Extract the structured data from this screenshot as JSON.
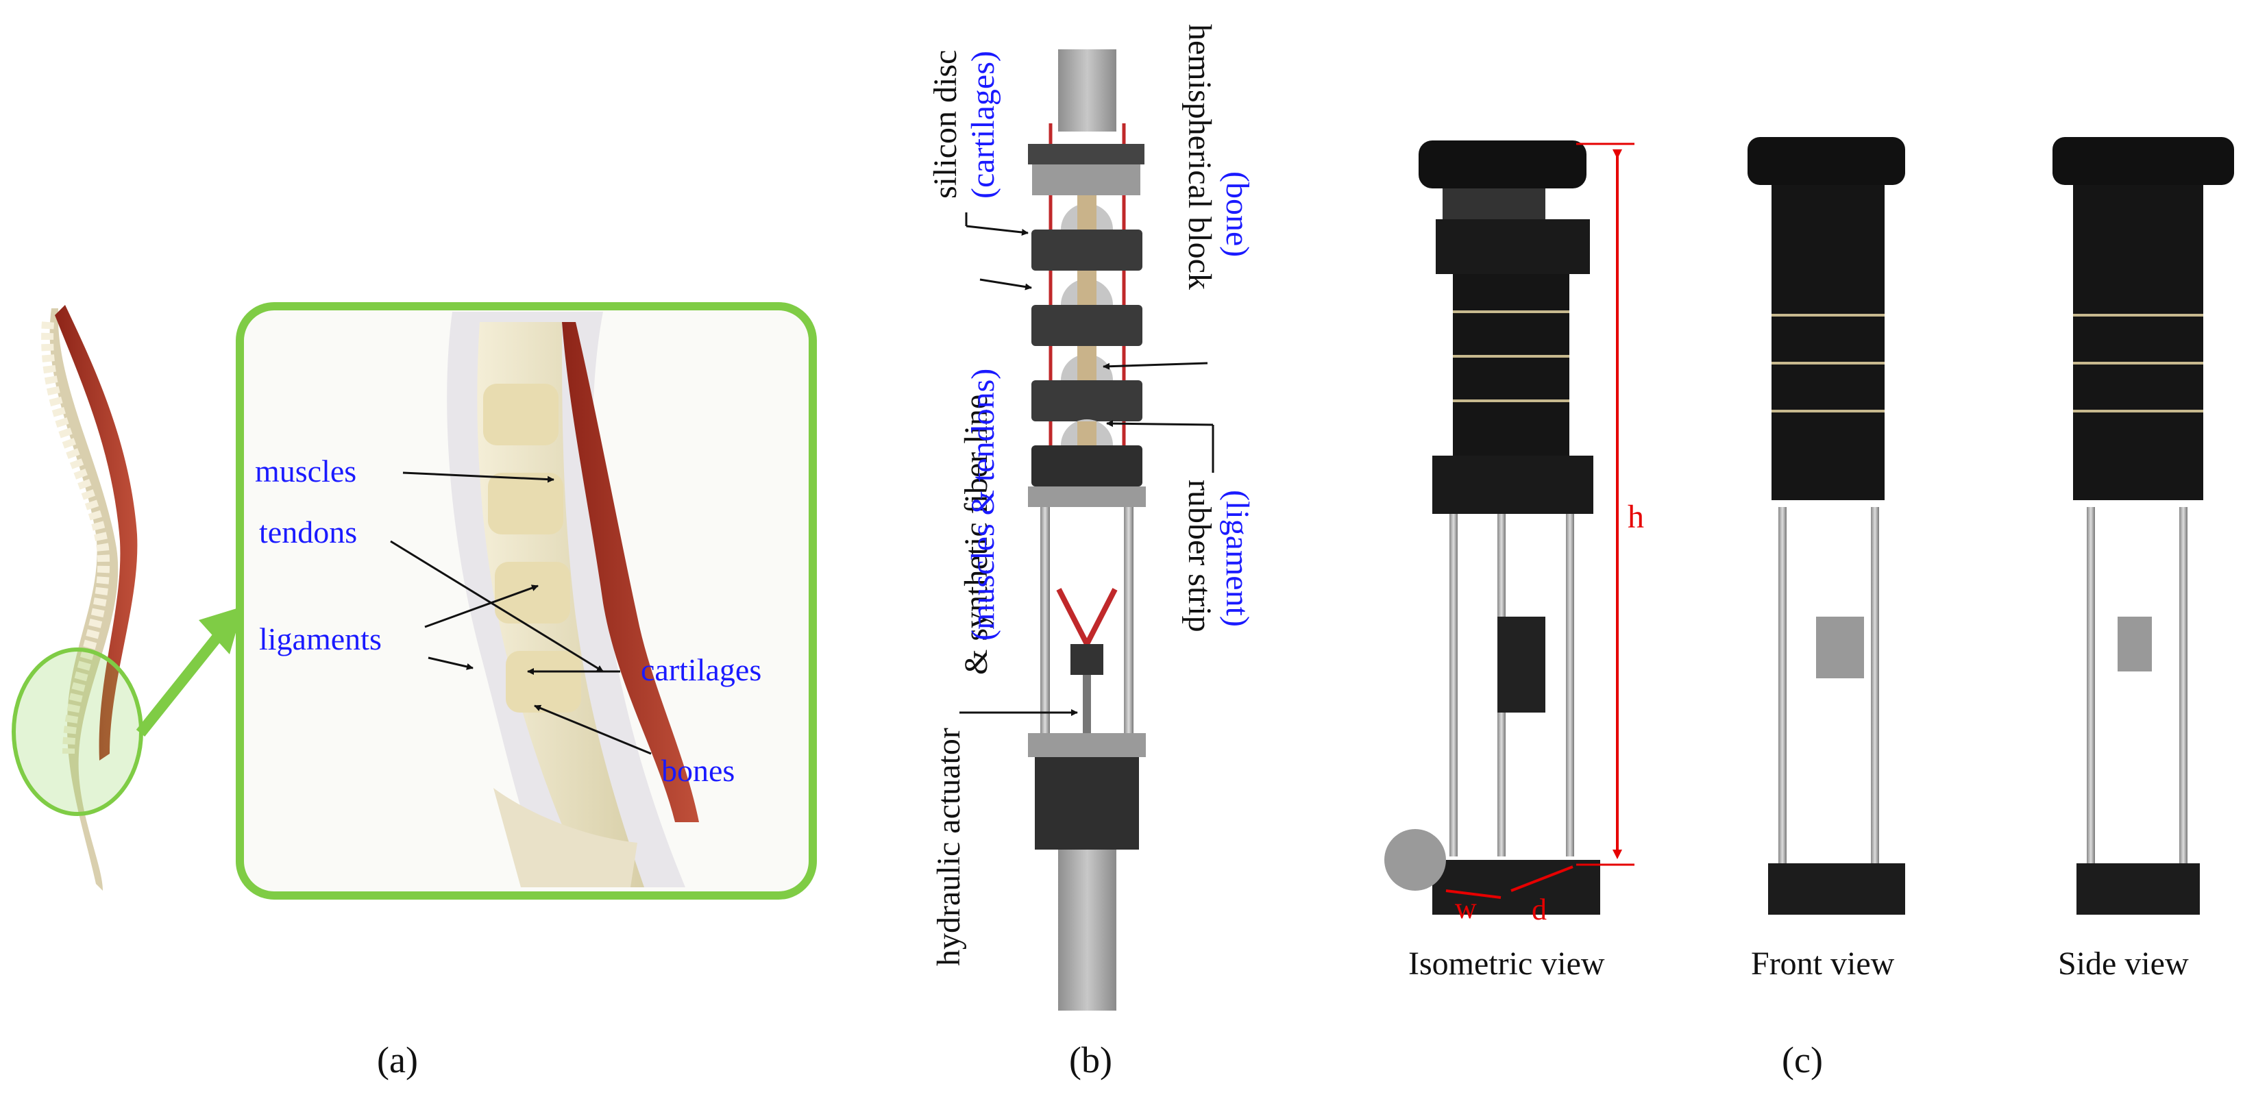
{
  "panel_a": {
    "caption": "(a)",
    "labels": {
      "muscles": "muscles",
      "tendons": "tendons",
      "ligaments": "ligaments",
      "cartilages": "cartilages",
      "bones": "bones"
    }
  },
  "panel_b": {
    "caption": "(b)",
    "silicon_disc": "silicon disc",
    "silicon_disc_sub": "(cartilages)",
    "hemispherical_block": "hemispherical block",
    "hemispherical_block_sub": "(bone)",
    "fiber_line": "& synthetic fiber line",
    "fiber_line_sub": "(muscles & tendons)",
    "hydraulic_actuator": "hydraulic actuator",
    "rubber_strip": "rubber strip",
    "rubber_strip_sub": "(ligament)"
  },
  "panel_c": {
    "caption": "(c)",
    "views": [
      "Isometric view",
      "Front view",
      "Side view"
    ],
    "dim_h": "h",
    "dim_w": "w",
    "dim_d": "d"
  },
  "colors": {
    "label_blue": "#1a1aff",
    "dimension_red": "#e60000",
    "highlight_green": "#7fcc45"
  }
}
